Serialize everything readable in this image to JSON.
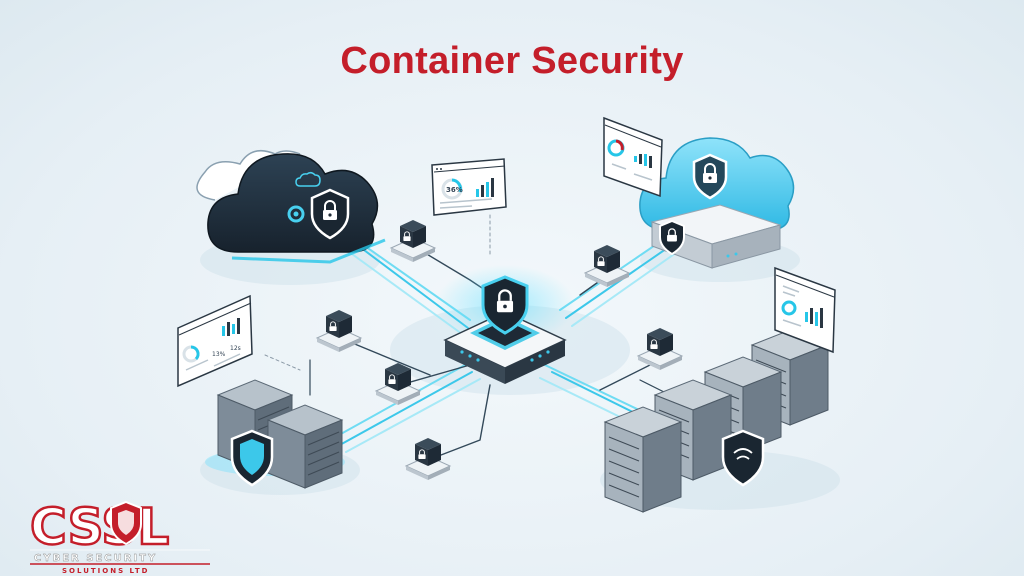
{
  "title": "Container Security",
  "panels": {
    "top_center_value": "36%",
    "left_value_1": "13%",
    "left_value_2": "12s"
  },
  "logo": {
    "letters": "CSSL",
    "line1": "CYBER SECURITY",
    "line2": "SOLUTIONS LTD"
  },
  "colors": {
    "title": "#c41e2a",
    "accent": "#26c6e8",
    "dark": "#1e2a36",
    "cloud_blue": "#3fc3ea"
  }
}
